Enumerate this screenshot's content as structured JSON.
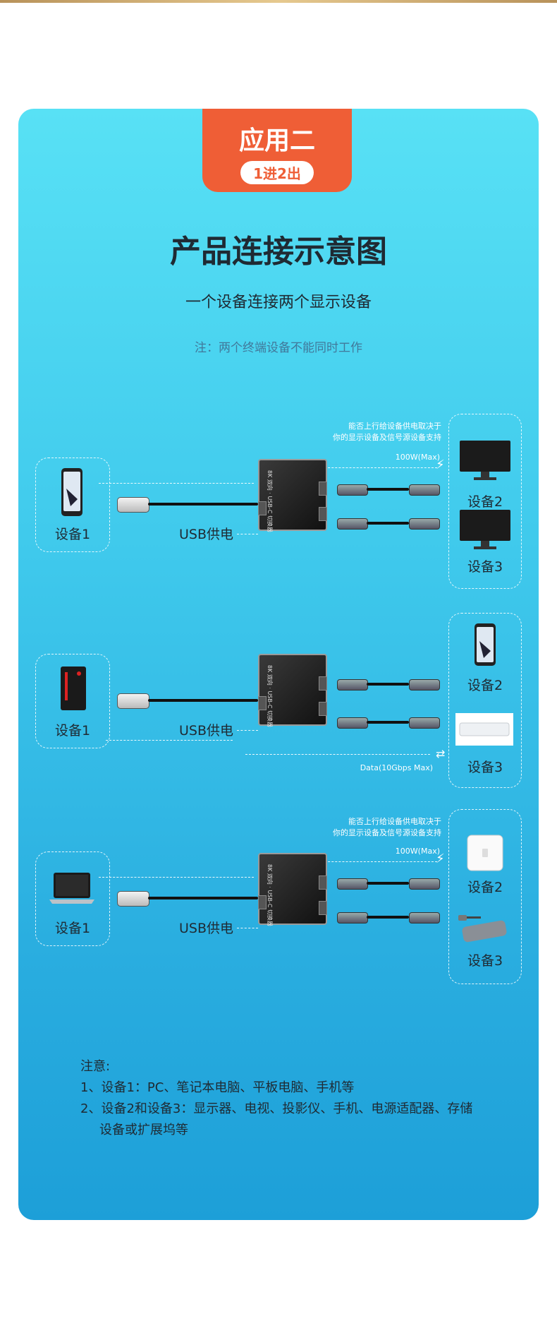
{
  "tab": {
    "title": "应用二",
    "pill": "1进2出"
  },
  "header": {
    "title": "产品连接示意图",
    "subtitle": "一个设备连接两个显示设备",
    "note": "注：两个终端设备不能同时工作"
  },
  "diagram1": {
    "power_note_line1": "能否上行给设备供电取决于",
    "power_note_line2": "你的显示设备及信号源设备支持",
    "power": "100W(Max)",
    "left_label": "设备1",
    "usb_label": "USB供电",
    "right_top_label": "设备2",
    "right_bottom_label": "设备3"
  },
  "diagram2": {
    "left_label": "设备1",
    "usb_label": "USB供电",
    "data": "Data(10Gbps Max)",
    "right_top_label": "设备2",
    "right_bottom_label": "设备3"
  },
  "diagram3": {
    "power_note_line1": "能否上行给设备供电取决于",
    "power_note_line2": "你的显示设备及信号源设备支持",
    "power": "100W(Max)",
    "left_label": "设备1",
    "usb_label": "USB供电",
    "right_top_label": "设备2",
    "right_bottom_label": "设备3"
  },
  "notes": {
    "heading": "注意:",
    "item1": "1、设备1：PC、笔记本电脑、平板电脑、手机等",
    "item2a": "2、设备2和设备3：显示器、电视、投影仪、手机、电源适配器、存储",
    "item2b": "设备或扩展坞等"
  },
  "colors": {
    "accent": "#ef5e36",
    "panel_top": "#58e1f5",
    "panel_bottom": "#1d9fd8"
  }
}
